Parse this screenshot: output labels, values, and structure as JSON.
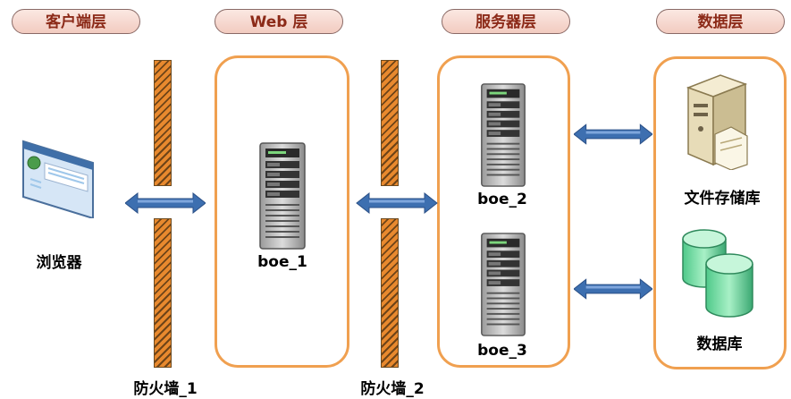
{
  "tiers": {
    "client": "客户端层",
    "web": "Web 层",
    "server": "服务器层",
    "data": "数据层"
  },
  "nodes": {
    "browser": "浏览器",
    "boe_1": "boe_1",
    "boe_2": "boe_2",
    "boe_3": "boe_3",
    "file_store": "文件存储库",
    "database": "数据库"
  },
  "firewalls": {
    "fw1": "防火墙_1",
    "fw2": "防火墙_2"
  },
  "colors": {
    "tier_border": "#f0a050",
    "arrow": "#3d6fb0",
    "label_text": "#8c2a18"
  },
  "icons": [
    "browser-window-icon",
    "server-tower-icon",
    "file-server-icon",
    "database-icon"
  ]
}
